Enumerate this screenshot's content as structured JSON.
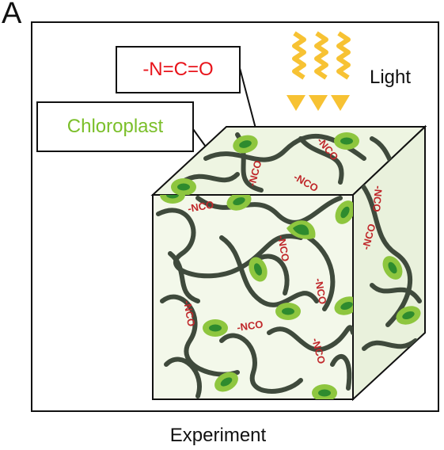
{
  "panel_letter": "A",
  "caption": "Experiment",
  "light_label": "Light",
  "isocyanate_label": "-N=C=O",
  "chloroplast_label": "Chloroplast",
  "nco_tag": "-NCO",
  "colors": {
    "isocyanate_text": "#e8141b",
    "chloroplast_text": "#7bbf2a",
    "light_arrows": "#f7c233",
    "gel_fill": "#f1f6e6",
    "polymer_chain": "#3f4a3c",
    "chloroplast_outer": "#8ec63f",
    "chloroplast_inner": "#2e8b2e"
  },
  "icons": [
    "light-arrow-icon",
    "chloroplast-icon",
    "polymer-chain"
  ]
}
